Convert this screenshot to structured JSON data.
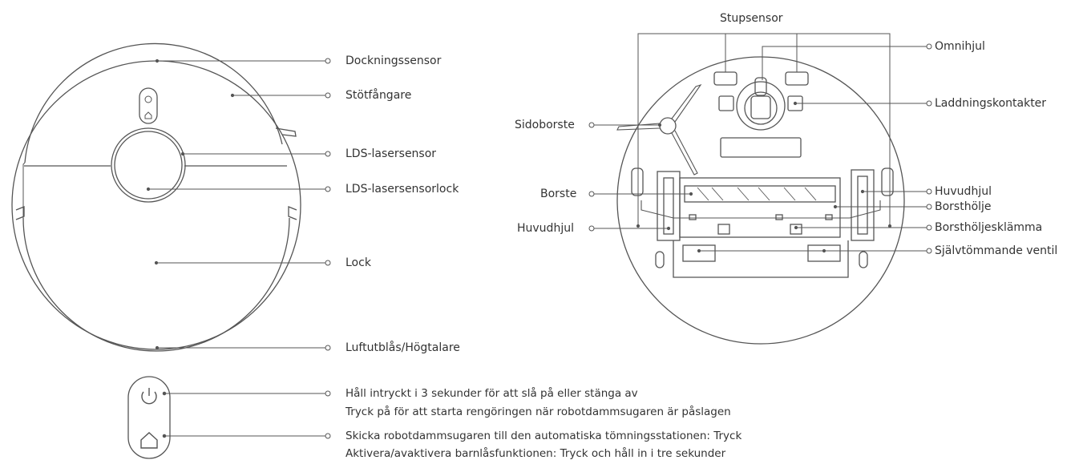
{
  "top_view": {
    "labels": {
      "docking_sensor": "Dockningssensor",
      "bumper": "Stötfångare",
      "lds_sensor": "LDS-lasersensor",
      "lds_cover": "LDS-lasersensorlock",
      "lid": "Lock",
      "air_outlet": "Luftutblås/Högtalare"
    }
  },
  "bottom_view": {
    "labels": {
      "cliff_sensor": "Stupsensor",
      "omni_wheel": "Omnihjul",
      "charging_contacts": "Laddningskontakter",
      "side_brush": "Sidoborste",
      "brush": "Borste",
      "main_wheel_left": "Huvudhjul",
      "main_wheel_right": "Huvudhjul",
      "brush_cover": "Borsthölje",
      "brush_cover_clip": "Borsthöljesklämma",
      "self_empty_valve": "Självtömmande ventil"
    }
  },
  "buttons": {
    "power": {
      "line1": "Håll intryckt i 3 sekunder för att slå på eller stänga av",
      "line2": "Tryck på för att starta rengöringen när robotdammsugaren är påslagen"
    },
    "home": {
      "line1": "Skicka robotdammsugaren till den automatiska tömningsstationen: Tryck",
      "line2": "Aktivera/avaktivera barnlåsfunktionen: Tryck och håll in i tre sekunder"
    }
  },
  "colors": {
    "line": "#555555",
    "text": "#333333",
    "background": "#ffffff"
  }
}
